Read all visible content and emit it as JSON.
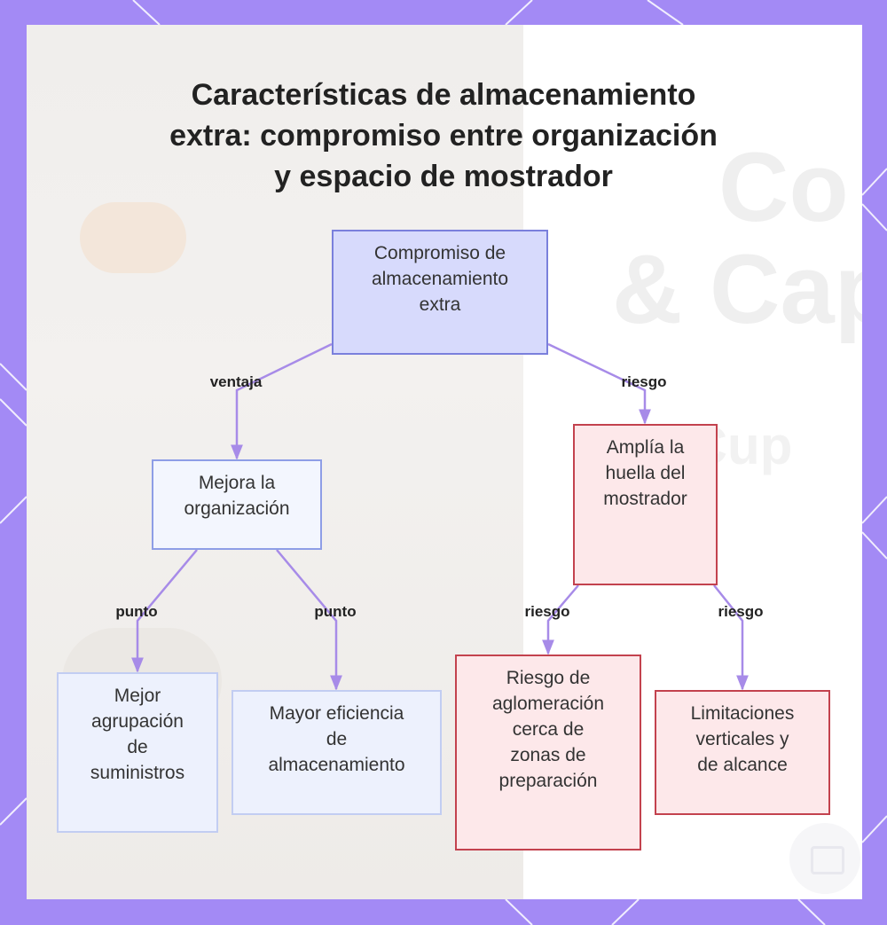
{
  "title_lines": [
    "Características de almacenamiento",
    "extra: compromiso entre organización",
    "y espacio de mostrador"
  ],
  "nodes": {
    "root": [
      "Compromiso de",
      "almacenamiento",
      "extra"
    ],
    "organization": [
      "Mejora la",
      "organización"
    ],
    "footprint": [
      "Amplía la",
      "huella del",
      "mostrador"
    ],
    "grouping": [
      "Mejor",
      "agrupación",
      "de",
      "suministros"
    ],
    "efficiency": [
      "Mayor eficiencia",
      "de",
      "almacenamiento"
    ],
    "crowding": [
      "Riesgo de",
      "aglomeración",
      "cerca de",
      "zonas de",
      "preparación"
    ],
    "limits": [
      "Limitaciones",
      "verticales y",
      "de alcance"
    ]
  },
  "edge_labels": {
    "advantage": "ventaja",
    "risk_main": "riesgo",
    "point_left": "punto",
    "point_right": "punto",
    "risk_left": "riesgo",
    "risk_right": "riesgo"
  },
  "background_text": [
    "Co",
    "& Cap",
    "s, Cup"
  ],
  "colors": {
    "frame": "#a38af5",
    "edge": "#a78be8",
    "root_fill": "#d7dafc",
    "positive_fill": "#f3f6fe",
    "risk_fill": "#fde8ea",
    "risk_border": "#c3424e"
  }
}
